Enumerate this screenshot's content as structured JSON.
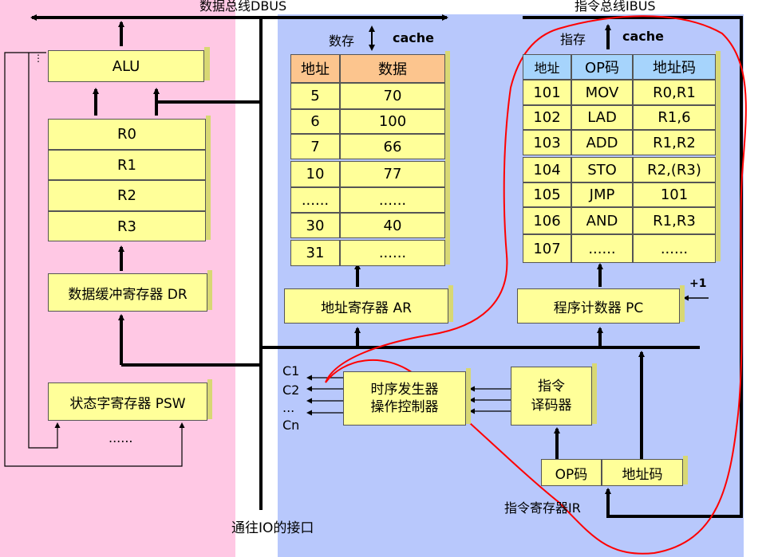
{
  "dbus_label": "数据总线DBUS",
  "ibus_label": "指令总线IBUS",
  "io_label": "通往IO的接口",
  "cpu": {
    "alu": "ALU",
    "registers": [
      "R0",
      "R1",
      "R2",
      "R3"
    ],
    "dr": "数据缓冲寄存器  DR",
    "psw": "状态字寄存器  PSW",
    "psw_dots": "......",
    "alu_dots": "⋮"
  },
  "data_mem": {
    "store_label": "数存",
    "cache_label": "cache",
    "headers": [
      "地址",
      "数据"
    ],
    "rows": [
      [
        "5",
        "70"
      ],
      [
        "6",
        "100"
      ],
      [
        "7",
        "66"
      ],
      [
        "10",
        "77"
      ],
      [
        "......",
        "......"
      ],
      [
        "30",
        "40"
      ],
      [
        "31",
        "......"
      ]
    ],
    "ar": "地址寄存器  AR"
  },
  "instr_mem": {
    "store_label": "指存",
    "cache_label": "cache",
    "headers": [
      "地址",
      "OP码",
      "地址码"
    ],
    "rows": [
      [
        "101",
        "MOV",
        "R0,R1"
      ],
      [
        "102",
        "LAD",
        "R1,6"
      ],
      [
        "103",
        "ADD",
        "R1,R2"
      ],
      [
        "104",
        "STO",
        "R2,(R3)"
      ],
      [
        "105",
        "JMP",
        "101"
      ],
      [
        "106",
        "AND",
        "R1,R3"
      ],
      [
        "107",
        "......",
        "......"
      ]
    ],
    "pc": "程序计数器  PC",
    "plus_one": "+1"
  },
  "control": {
    "timing_line1": "时序发生器",
    "timing_line2": "操作控制器",
    "decoder_line1": "指令",
    "decoder_line2": "译码器",
    "signals": [
      "C1",
      "C2",
      "...",
      "Cn"
    ],
    "ir_op": "OP码",
    "ir_addr": "地址码",
    "ir_label": "指令寄存器IR"
  },
  "colors": {
    "pink_panel": "#ffc8e4",
    "blue_panel": "#b8c8fc",
    "box_fill": "#ffff99",
    "data_header": "#fcc58e",
    "instr_header": "#a6d4fc",
    "annotation": "#ff0000"
  }
}
